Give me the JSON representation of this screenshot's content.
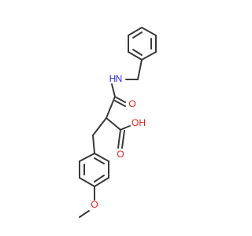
{
  "molecule": {
    "atoms": [
      {
        "id": "phenyl-c1",
        "label": ""
      },
      {
        "id": "phenyl-c2",
        "label": ""
      },
      {
        "id": "phenyl-c3",
        "label": ""
      },
      {
        "id": "phenyl-c4",
        "label": ""
      },
      {
        "id": "phenyl-c5",
        "label": ""
      },
      {
        "id": "phenyl-c6",
        "label": ""
      },
      {
        "id": "benzyl-ch2",
        "label": ""
      },
      {
        "id": "amide-n",
        "label": "N",
        "element": "N"
      },
      {
        "id": "amide-h",
        "label": "H",
        "element": "N"
      },
      {
        "id": "amide-c",
        "label": ""
      },
      {
        "id": "amide-o",
        "label": "O",
        "element": "O"
      },
      {
        "id": "chain-ch2",
        "label": ""
      },
      {
        "id": "alpha-ch",
        "label": ""
      },
      {
        "id": "acid-c",
        "label": ""
      },
      {
        "id": "acid-o-double",
        "label": "O",
        "element": "O"
      },
      {
        "id": "acid-oh",
        "label": "OH",
        "element": "O"
      },
      {
        "id": "aryl-ch2",
        "label": ""
      },
      {
        "id": "aryl-c1",
        "label": ""
      },
      {
        "id": "aryl-c2",
        "label": ""
      },
      {
        "id": "aryl-c3",
        "label": ""
      },
      {
        "id": "aryl-c4",
        "label": ""
      },
      {
        "id": "aryl-c5",
        "label": ""
      },
      {
        "id": "aryl-c6",
        "label": ""
      },
      {
        "id": "methoxy-o",
        "label": "O",
        "element": "O"
      },
      {
        "id": "methoxy-ch3",
        "label": ""
      }
    ],
    "colors": {
      "bond": "#3a3a3a",
      "oxygen": "#e8201e",
      "nitrogen": "#3030e0"
    }
  }
}
